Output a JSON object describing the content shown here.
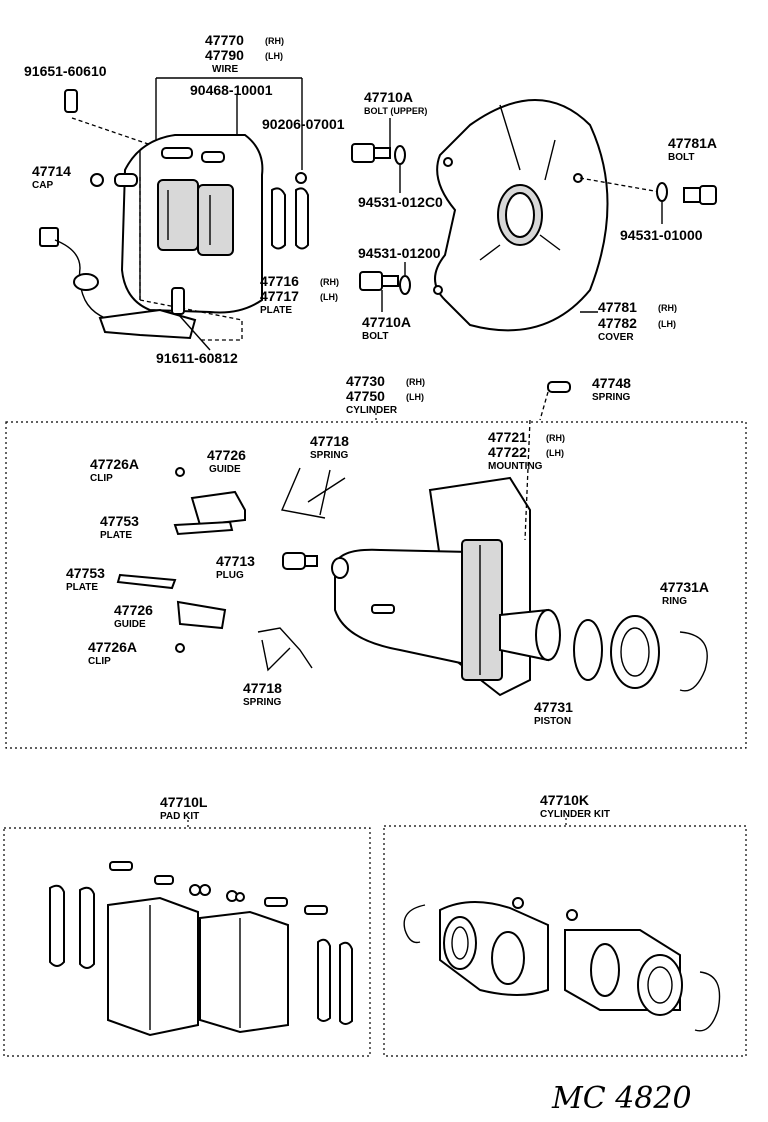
{
  "labels": {
    "wire_rh": "47770",
    "wire_rh_side": "(RH)",
    "wire_lh": "47790",
    "wire_lh_side": "(LH)",
    "wire_name": "WIRE",
    "p91651": "91651-60610",
    "p90468": "90468-10001",
    "p90206": "90206-07001",
    "p47714": "47714",
    "p47714_name": "CAP",
    "p47716": "47716",
    "p47716_side": "(RH)",
    "p47717": "47717",
    "p47717_side": "(LH)",
    "p4771617_name": "PLATE",
    "p91611": "91611-60812",
    "p47710a_upper": "47710A",
    "p47710a_upper_name": "BOLT (UPPER)",
    "p94531_012c0": "94531-012C0",
    "p94531_01200": "94531-01200",
    "p47710a_lower": "47710A",
    "p47710a_lower_name": "BOLT",
    "p47781a": "47781A",
    "p47781a_name": "BOLT",
    "p94531_01000": "94531-01000",
    "p47781": "47781",
    "p47781_side": "(RH)",
    "p47782": "47782",
    "p47782_side": "(LH)",
    "cover_name": "COVER",
    "p47730": "47730",
    "p47730_side": "(RH)",
    "p47750": "47750",
    "p47750_side": "(LH)",
    "cylinder_name": "CYLINDER",
    "p47748": "47748",
    "p47748_name": "SPRING",
    "p47726a_top": "47726A",
    "clip_name_top": "CLIP",
    "p47726_top": "47726",
    "guide_name_top": "GUIDE",
    "p47718_top": "47718",
    "spring_name_top": "SPRING",
    "p47721": "47721",
    "p47721_side": "(RH)",
    "p47722": "47722",
    "p47722_side": "(LH)",
    "mounting_name": "MOUNTING",
    "p47753_top": "47753",
    "plate_name_top": "PLATE",
    "p47713": "47713",
    "plug_name": "PLUG",
    "p47753_bot": "47753",
    "plate_name_bot": "PLATE",
    "p47726_bot": "47726",
    "guide_name_bot": "GUIDE",
    "p47726a_bot": "47726A",
    "clip_name_bot": "CLIP",
    "p47718_bot": "47718",
    "spring_name_bot": "SPRING",
    "p47731a": "47731A",
    "ring_name": "RING",
    "p47731": "47731",
    "piston_name": "PISTON",
    "p47710l": "47710L",
    "pad_kit_name": "PAD KIT",
    "p47710k": "47710K",
    "cylinder_kit_name": "CYLINDER KIT",
    "handwritten_code": "MC 4820"
  }
}
